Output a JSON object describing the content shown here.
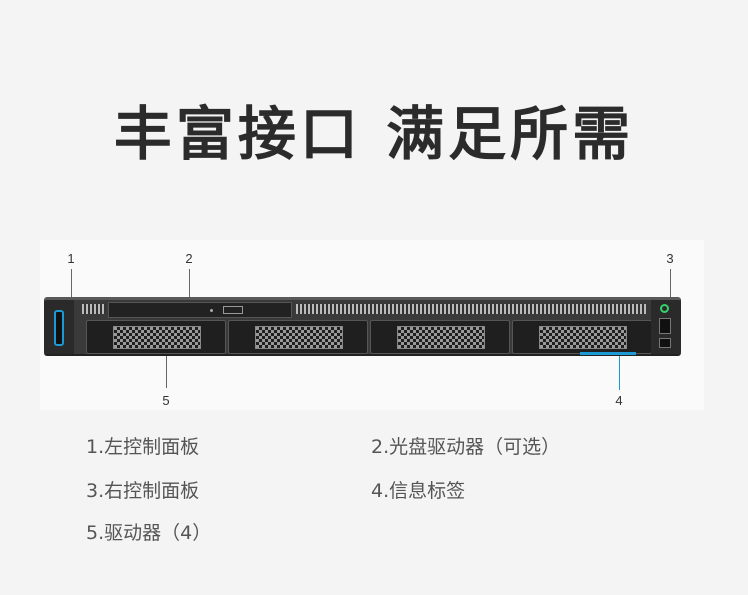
{
  "title": "丰富接口 满足所需",
  "callouts": [
    "1",
    "2",
    "3",
    "4",
    "5"
  ],
  "legend": [
    "1.左控制面板",
    "2.光盘驱动器（可选）",
    "3.右控制面板",
    "4.信息标签",
    "5.驱动器（4）"
  ],
  "colors": {
    "accent": "#1c9ad6",
    "power_led": "#36d06a",
    "chassis": "#3a3a3a",
    "title": "#2b2b2b"
  }
}
